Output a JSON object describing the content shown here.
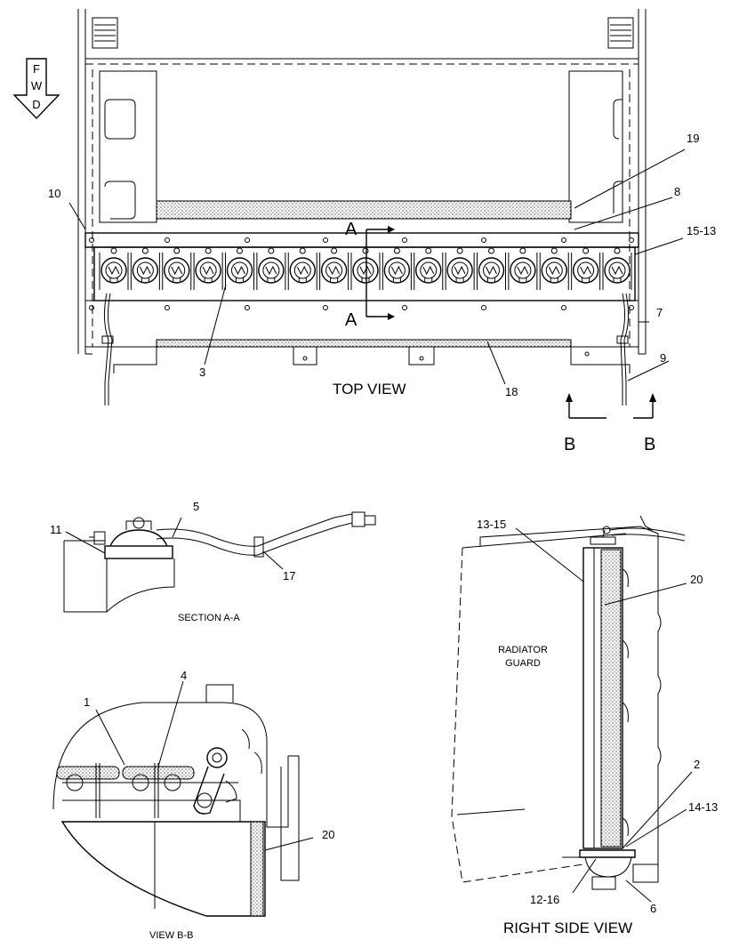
{
  "fwd_arrow": {
    "letters": [
      "F",
      "W",
      "D"
    ]
  },
  "top_view": {
    "title": "TOP VIEW",
    "section_marks": [
      "A",
      "A"
    ],
    "view_marks": [
      "B",
      "B"
    ],
    "callouts": {
      "c19": "19",
      "c8": "8",
      "c10": "10",
      "c15_13": "15-13",
      "c7": "7",
      "c9": "9",
      "c3": "3",
      "c18": "18"
    },
    "lamp_count": 17
  },
  "section_aa": {
    "title": "SECTION A-A",
    "callouts": {
      "c5": "5",
      "c11": "11",
      "c17": "17"
    }
  },
  "view_bb": {
    "title": "VIEW B-B",
    "callouts": {
      "c1": "1",
      "c4": "4",
      "c20": "20"
    }
  },
  "right_side_view": {
    "title": "RIGHT SIDE VIEW",
    "guard_label_line1": "RADIATOR",
    "guard_label_line2": "GUARD",
    "callouts": {
      "c13_15": "13-15",
      "c20": "20",
      "c2": "2",
      "c14_13": "14-13",
      "c12_16": "12-16",
      "c6": "6"
    }
  }
}
